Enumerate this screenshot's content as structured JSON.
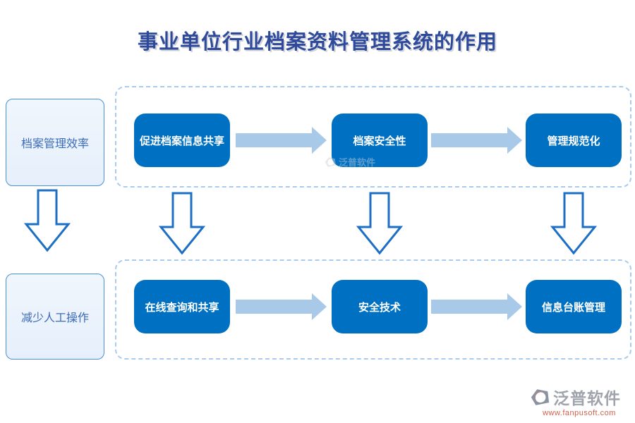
{
  "title": "事业单位行业档案资料管理系统的作用",
  "left_column": {
    "boxes": [
      {
        "label": "档案管理效率"
      },
      {
        "label": "减少人工操作"
      }
    ]
  },
  "flow": {
    "top_row": {
      "steps": [
        {
          "label": "促进档案信息共享"
        },
        {
          "label": "档案安全性"
        },
        {
          "label": "管理规范化"
        }
      ]
    },
    "bottom_row": {
      "steps": [
        {
          "label": "在线查询和共享"
        },
        {
          "label": "安全技术"
        },
        {
          "label": "信息台账管理"
        }
      ]
    }
  },
  "watermark": {
    "name": "泛普软件"
  },
  "footer_logo": {
    "name": "泛普软件",
    "url": "www.fanpusoft.com"
  },
  "colors": {
    "title_text": "#2E4B9B",
    "step_fill": "#0070C3",
    "step_text": "#FFFFFF",
    "side_box_fill": "#EAF2FC",
    "side_box_border": "#4A8FD3",
    "side_box_text": "#3A6CB8",
    "panel_dash": "#A9CCEE",
    "flow_arrow_fill": "#A9C9E9",
    "down_arrow_stroke": "#1C6FC5",
    "brand_gray": "#9FA3AB",
    "brand_red": "#D2604E"
  }
}
